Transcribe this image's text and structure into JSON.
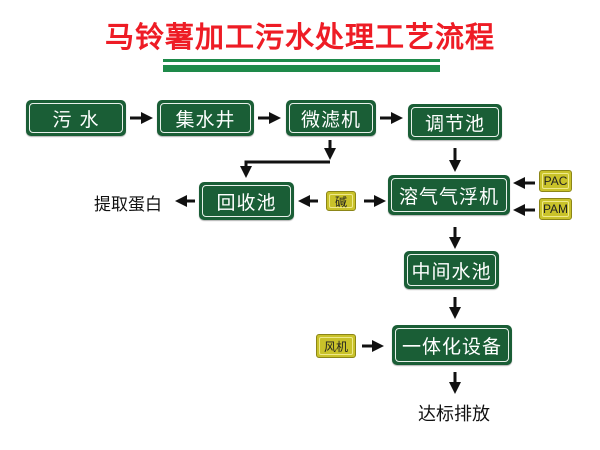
{
  "title": "马铃薯加工污水处理工艺流程",
  "colors": {
    "title": "#ee1c25",
    "node": "#1a5e36",
    "chemical": "#c9c22a",
    "rule": "#1e8a4a"
  },
  "nodes": {
    "wastewater": "污 水",
    "collection_well": "集水井",
    "microfilter": "微滤机",
    "equalization_tank": "调节池",
    "recovery_tank": "回收池",
    "daf": "溶气气浮机",
    "intermediate_tank": "中间水池",
    "integrated_unit": "一体化设备"
  },
  "chemicals": {
    "alkali": "碱",
    "pac": "PAC",
    "pam": "PAM",
    "blower": "风机"
  },
  "outputs": {
    "protein": "提取蛋白",
    "discharge": "达标排放"
  }
}
